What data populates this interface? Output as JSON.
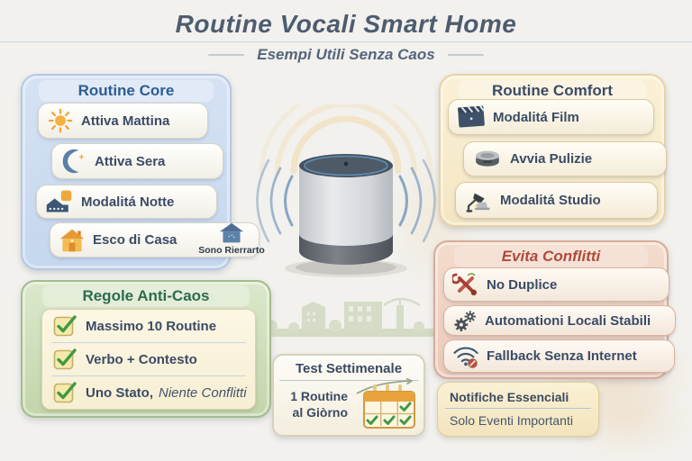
{
  "header": {
    "title": "Routine Vocali Smart Home",
    "subtitle": "Esempi Utili Senza Caos"
  },
  "panels": {
    "core": {
      "title": "Routine Core",
      "items": [
        {
          "icon": "sun-icon",
          "label": "Attiva Mattina"
        },
        {
          "icon": "moon-icon",
          "label": "Attiva Sera"
        },
        {
          "icon": "night-house-icon",
          "label": "Modalitá Notte"
        },
        {
          "icon": "house-icon",
          "label": "Esco di Casa",
          "sub_icon": "return-house-icon",
          "sub_label": "Sono Rierrarto"
        }
      ]
    },
    "comfort": {
      "title": "Routine Comfort",
      "items": [
        {
          "icon": "clapperboard-icon",
          "label": "Modalitá Film"
        },
        {
          "icon": "vacuum-icon",
          "label": "Avvia Pulizie"
        },
        {
          "icon": "desk-lamp-icon",
          "label": "Modalitá Studio"
        }
      ]
    },
    "conflitti": {
      "title": "Evita Conflitti",
      "items": [
        {
          "icon": "crossed-tools-icon",
          "label": "No Duplice"
        },
        {
          "icon": "gears-icon",
          "label": "Automationi Locali Stabili"
        },
        {
          "icon": "wifi-offline-icon",
          "label": "Fallback Senza Internet"
        }
      ]
    },
    "regole": {
      "title": "Regole Anti-Caos",
      "items": [
        {
          "icon": "checkbox-icon",
          "label": "Massimo 10 Routine"
        },
        {
          "icon": "checkbox-icon",
          "label": "Verbo + Contesto"
        },
        {
          "icon": "checkbox-icon",
          "label": "Uno Stato,",
          "label_em": "Niente Conflitti"
        }
      ]
    },
    "test": {
      "title": "Test Settimenale",
      "line1": "1 Routine",
      "line2": "al Giòrno",
      "icon": "calendar-icon"
    },
    "notifiche": {
      "line1": "Notifiche Essenciali",
      "line2": "Solo Eventi Importanti"
    }
  },
  "colors": {
    "core_panel": "#cfdff2",
    "core_title": "#2c5d94",
    "comfort_panel": "#f8eed3",
    "comfort_title": "#3b4b66",
    "conflitti_panel": "#f1d6c6",
    "conflitti_title": "#b04a3a",
    "regole_panel": "#d3e2c0",
    "regole_title": "#2e6b4e",
    "item_text": "#3b4b66",
    "accent_orange": "#eda43c",
    "accent_blue": "#5b80a8",
    "accent_green": "#3f9a45",
    "accent_red": "#b5483a"
  }
}
